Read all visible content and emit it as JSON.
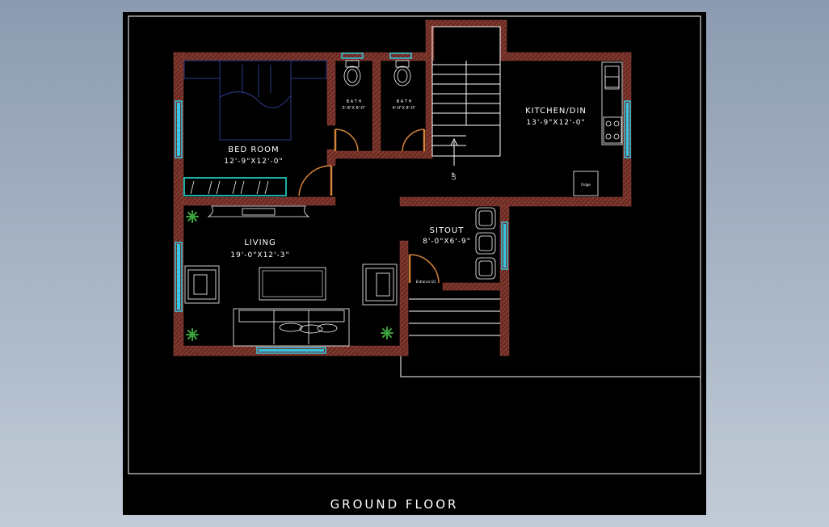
{
  "drawing": {
    "title": "GROUND FLOOR",
    "rooms": [
      {
        "id": "bedroom",
        "name": "BED ROOM",
        "size": "12'-9\"X12'-0\""
      },
      {
        "id": "bath1",
        "name": "B A T H",
        "size": "5'-6\"X 8'-0\""
      },
      {
        "id": "bath2",
        "name": "B A T H",
        "size": "4'-0\"X 8'-0\""
      },
      {
        "id": "kitchen",
        "name": "KITCHEN/DIN",
        "size": "13'-9\"X12'-0\""
      },
      {
        "id": "living",
        "name": "LIVING",
        "size": "19'-0\"X12'-3\""
      },
      {
        "id": "sitout",
        "name": "SITOUT",
        "size": "8'-0\"X6'-9\""
      }
    ],
    "stair_label": "UP",
    "fridge_label": "fridge",
    "entrance_label": "Entrance D1"
  },
  "colors": {
    "background_black": "#000000",
    "wall_fill": "#6a2a22",
    "window_cyan": "#33c8e6",
    "door_orange": "#d4843a",
    "line_white": "#ffffff",
    "plant_green": "#3aa33a",
    "bedroom_furniture": "#1c2a66"
  },
  "icons": [
    "toilet-icon",
    "stove-icon",
    "sink-icon",
    "plant-icon",
    "armchair-icon",
    "sofa-icon",
    "bed-icon"
  ]
}
